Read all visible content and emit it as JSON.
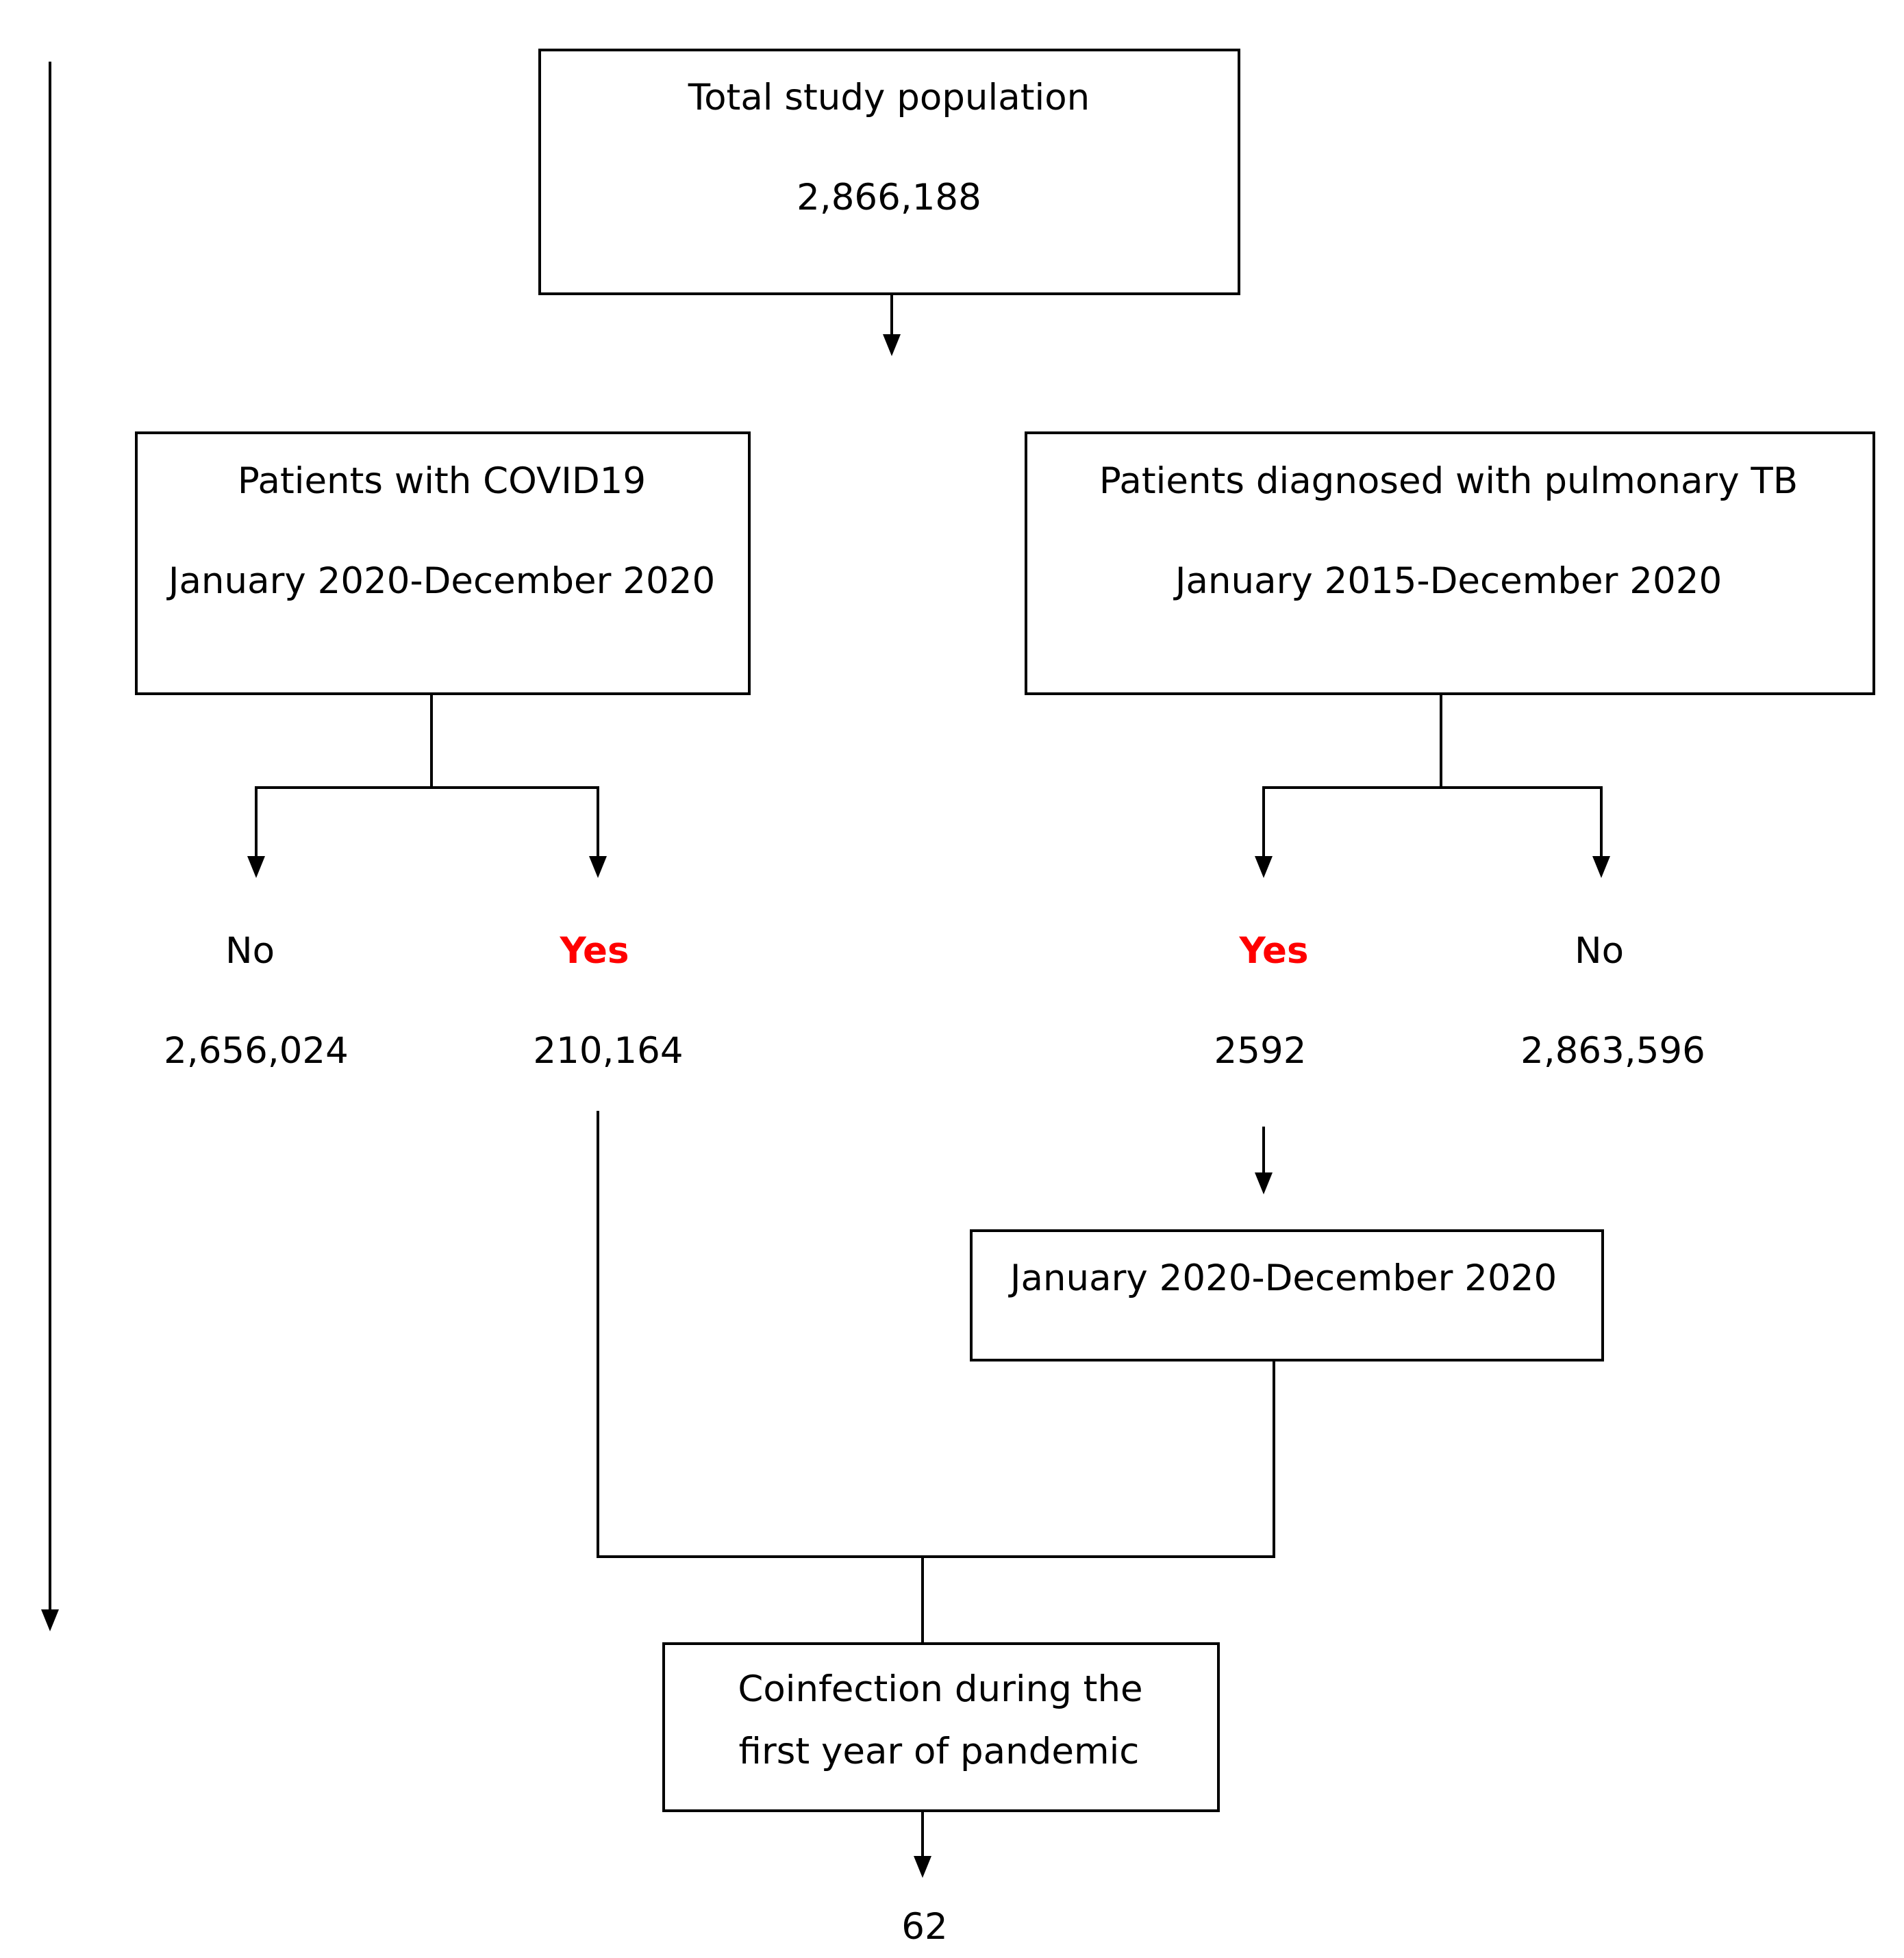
{
  "colors": {
    "line": "#000000",
    "text": "#000000",
    "highlight": "#ff0000"
  },
  "total": {
    "label": "Total study population",
    "count": "2,866,188"
  },
  "covid": {
    "title": "Patients with COVID19",
    "period": "January 2020-December 2020",
    "no_label": "No",
    "no_count": "2,656,024",
    "yes_label": "Yes",
    "yes_count": "210,164"
  },
  "tb": {
    "title": "Patients diagnosed with pulmonary TB",
    "period": "January 2015-December 2020",
    "yes_label": "Yes",
    "yes_count": "2592",
    "no_label": "No",
    "no_count": "2,863,596",
    "filter_period": "January 2020-December 2020"
  },
  "coinfection": {
    "line1": "Coinfection during the",
    "line2": "first year of pandemic",
    "count": "62"
  }
}
